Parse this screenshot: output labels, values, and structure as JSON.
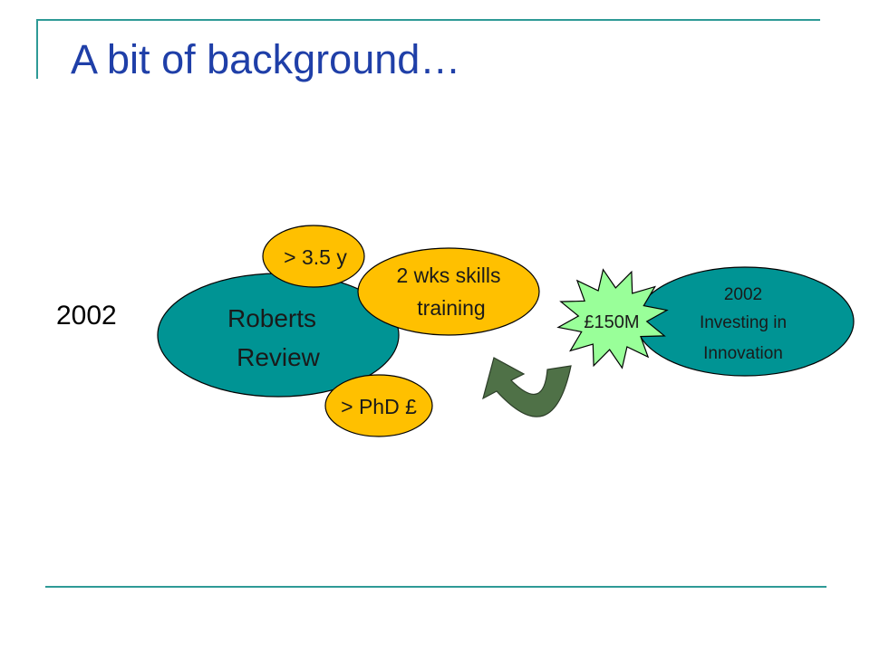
{
  "slide": {
    "title": "A bit of background…",
    "year": "2002"
  },
  "diagram": {
    "roberts_review": {
      "line1": "Roberts",
      "line2": "Review"
    },
    "duration_bubble": "> 3.5 y",
    "skills_bubble": {
      "line1": "2 wks skills",
      "line2": "training"
    },
    "phd_bubble": "> PhD £",
    "funding_burst": "£150M",
    "investing_report": {
      "year": "2002",
      "line1": "Investing in",
      "line2": "Innovation"
    }
  },
  "colors": {
    "accent_line": "#2e9a96",
    "title": "#1f3fa8",
    "teal_fill": "#009494",
    "yellow_fill": "#ffc000",
    "arrow_fill": "#4f7147"
  }
}
